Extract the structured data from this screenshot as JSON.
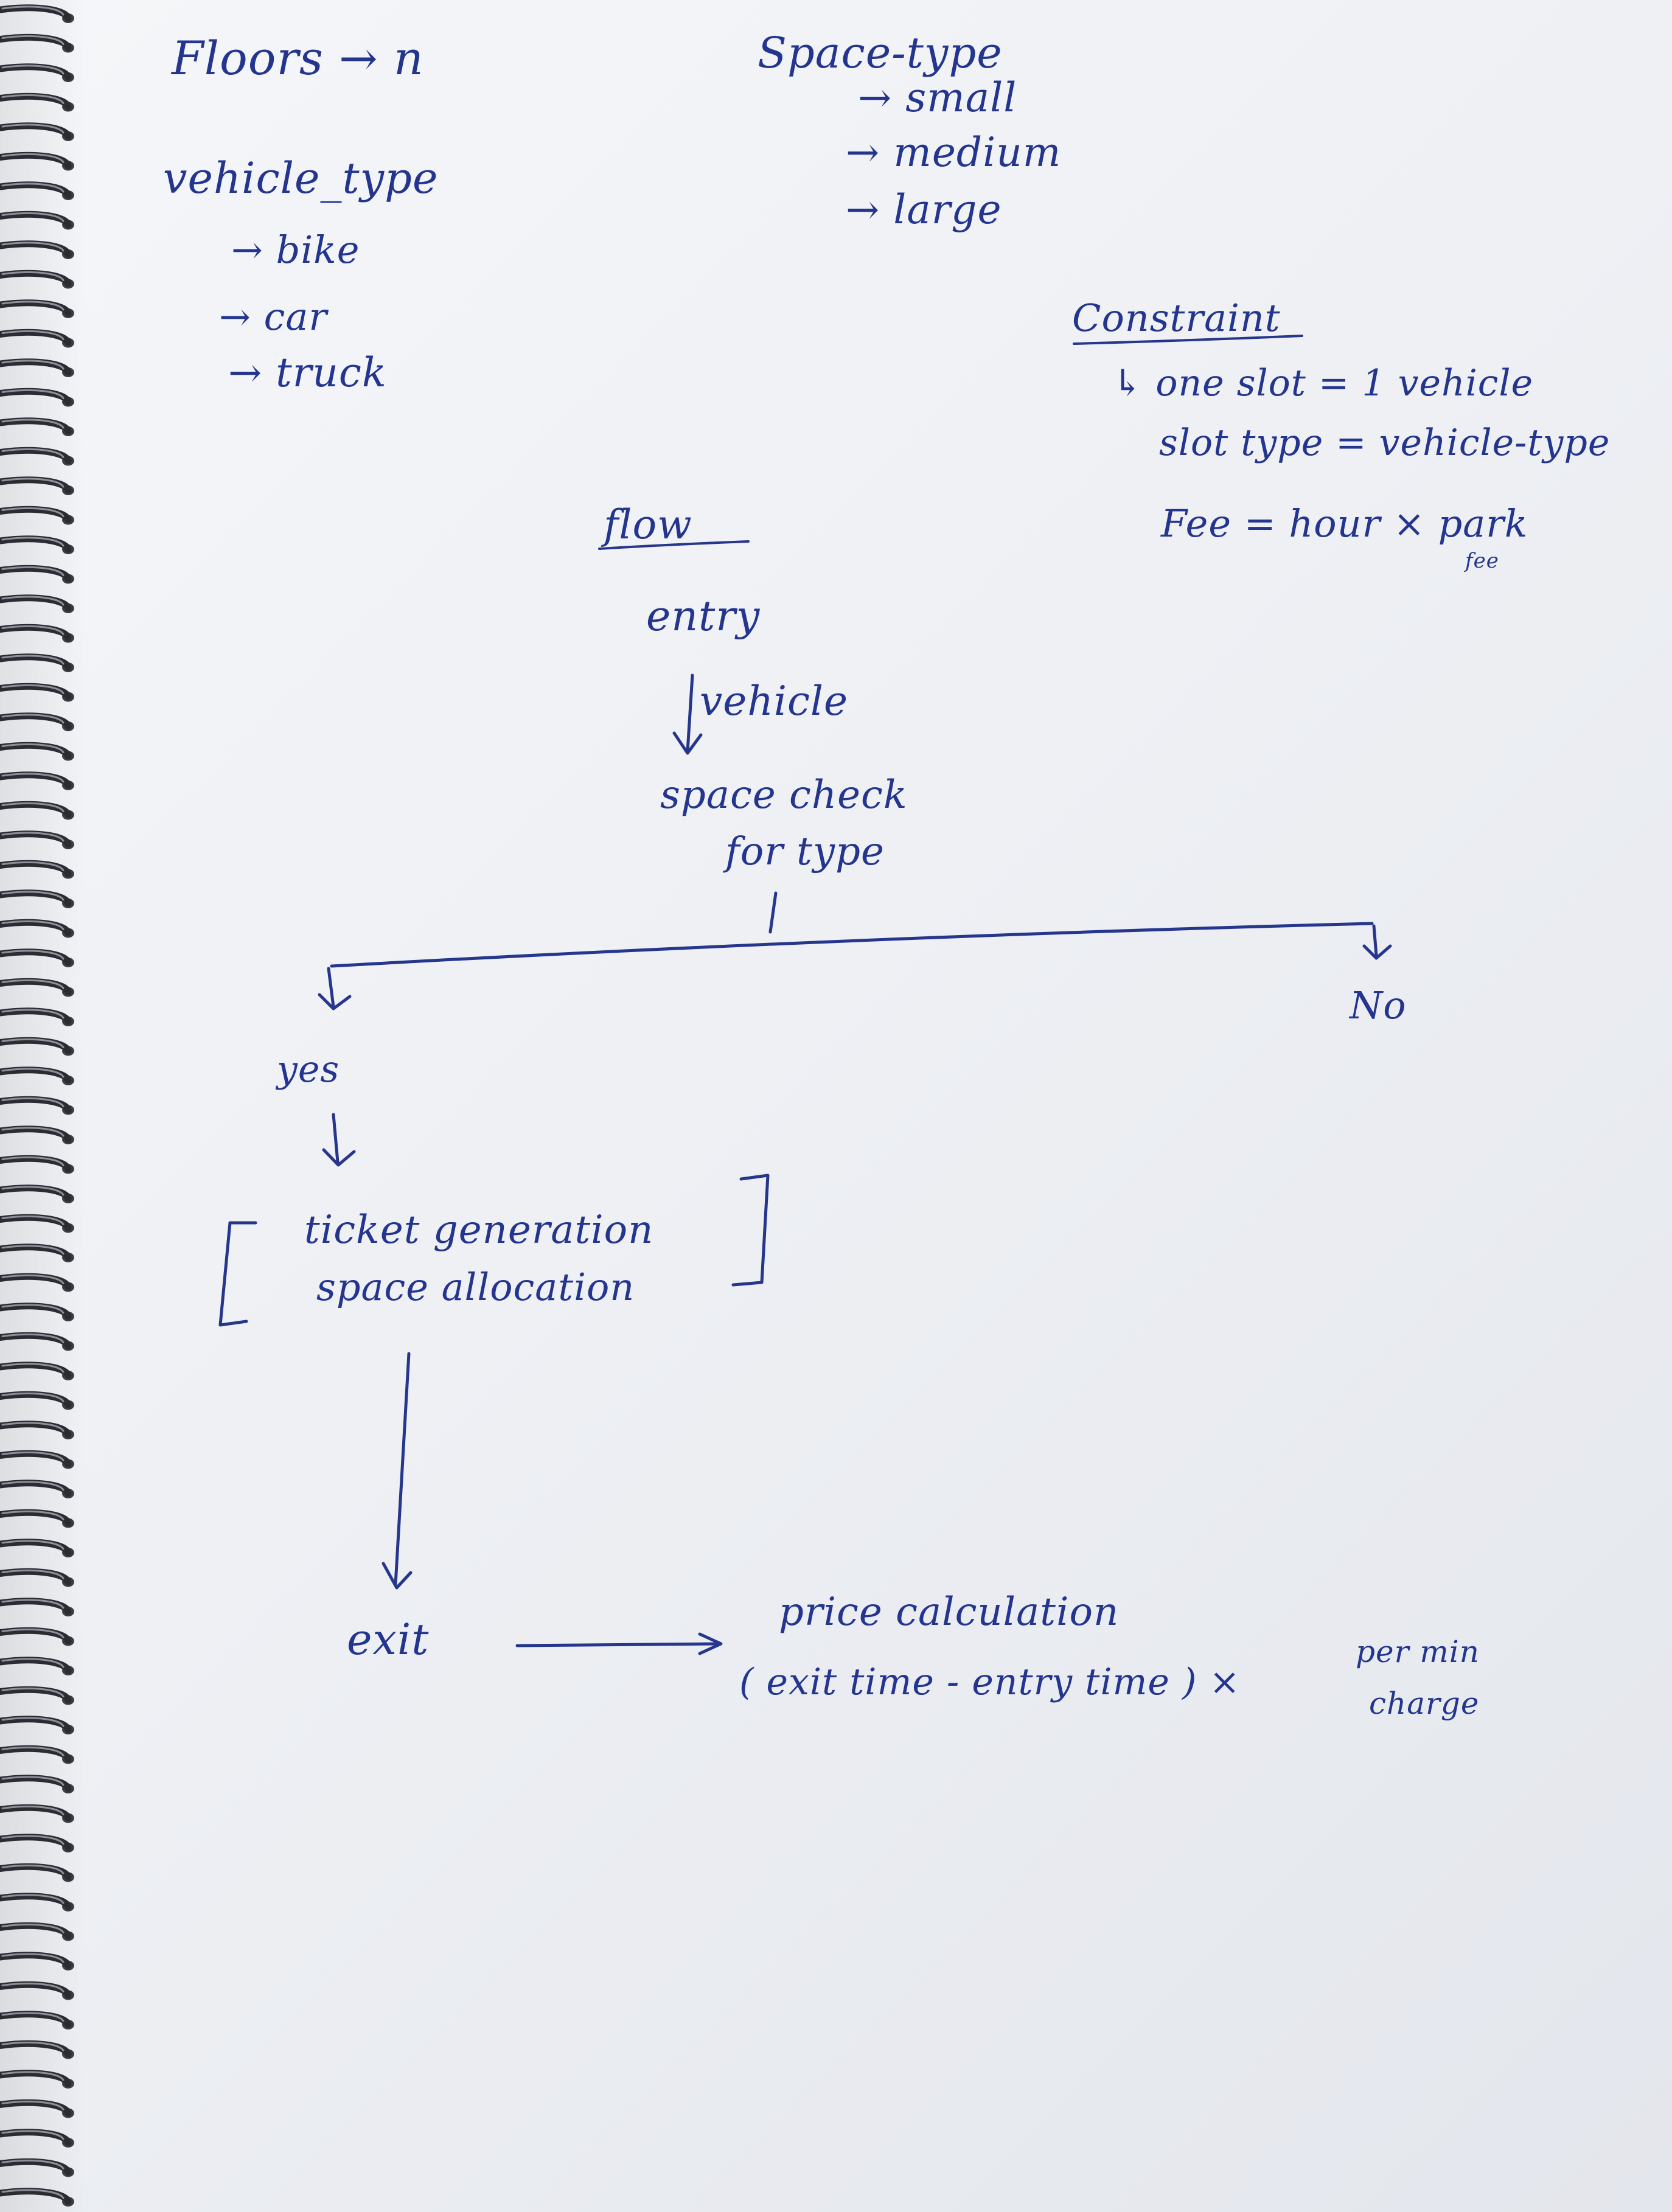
{
  "header": {
    "floors": "Floors → n",
    "space_type_title": "Space-type"
  },
  "space_types": [
    "→ small",
    "→ medium",
    "→ large"
  ],
  "vehicle_type": {
    "title": "vehicle_type",
    "items": [
      "→ bike",
      "→ car",
      "→ truck"
    ]
  },
  "constraint": {
    "title": "Constraint",
    "line1": "↳ one slot = 1 vehicle",
    "line2": "slot type = vehicle-type",
    "line3": "Fee = hour × park",
    "line3_sub": "fee"
  },
  "flow": {
    "title": "flow",
    "entry": "entry",
    "vehicle": "vehicle",
    "space_check_1": "space check",
    "space_check_2": "for type",
    "yes": "yes",
    "no": "No",
    "ticket_1": "ticket generation",
    "ticket_2": "space allocation",
    "exit": "exit",
    "price_1": "price calculation",
    "price_2": "( exit time - entry time ) ×",
    "price_3": "per min",
    "price_4": "charge"
  }
}
